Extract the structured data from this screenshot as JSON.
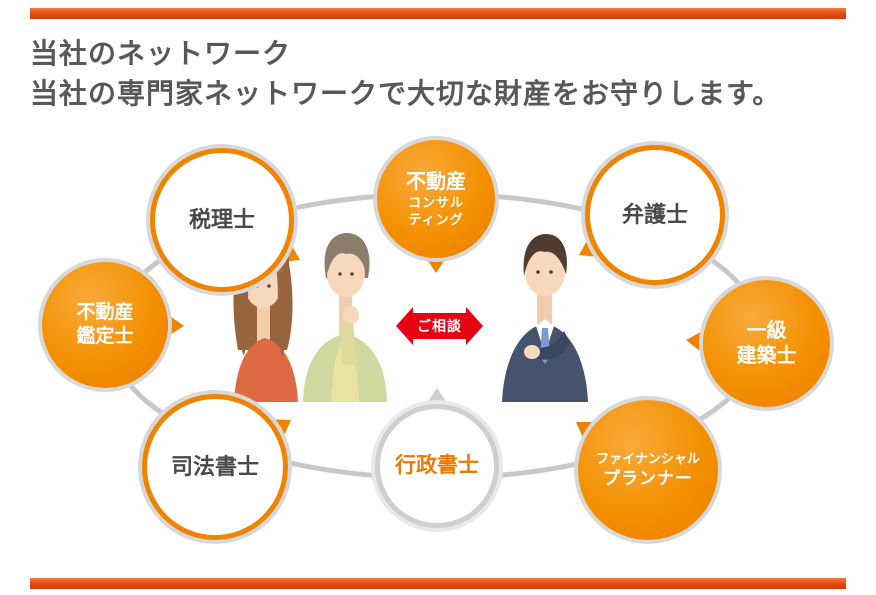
{
  "header": {
    "title_line1": "当社のネットワーク",
    "title_line2": "当社の専門家ネットワークで大切な財産をお守りします。"
  },
  "diagram": {
    "consult_label": "ご相談",
    "members": [
      {
        "role": "tax-accountant",
        "lines": [
          "税理士"
        ]
      },
      {
        "role": "real-estate-consulting",
        "lines": [
          "不動産",
          "コンサル",
          "ティング"
        ]
      },
      {
        "role": "lawyer",
        "lines": [
          "弁護士"
        ]
      },
      {
        "role": "real-estate-appraiser",
        "lines": [
          "不動産",
          "鑑定士"
        ]
      },
      {
        "role": "first-class-architect",
        "lines": [
          "一級",
          "建築士"
        ]
      },
      {
        "role": "judicial-scrivener",
        "lines": [
          "司法書士"
        ]
      },
      {
        "role": "administrative-scrivener",
        "lines": [
          "行政書士"
        ]
      },
      {
        "role": "financial-planner",
        "lines": [
          "ファイナンシャル",
          "プランナー"
        ]
      }
    ]
  },
  "colors": {
    "accent_orange": "#f08300",
    "bubble_orange_gradient_start": "#f9aa3c",
    "bubble_orange_gradient_end": "#ed7d00",
    "arrow_red": "#e60012",
    "bar_gradient_top": "#f37b45",
    "bar_gradient_bottom": "#d63c03",
    "title_text": "#595757",
    "ellipse_gray": "#c8c8c8"
  }
}
